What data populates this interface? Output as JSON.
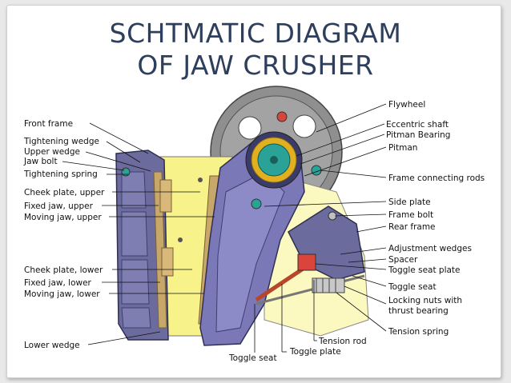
{
  "title": {
    "line1": "SCHTMATIC DIAGRAM",
    "line2": "OF JAW CRUSHER"
  },
  "labels": {
    "left": [
      "Front frame",
      "Tightening wedge",
      "Upper wedge",
      "Jaw bolt",
      "Tightening spring",
      "Cheek plate, upper",
      "Fixed jaw, upper",
      "Moving jaw, upper",
      "Cheek plate, lower",
      "Fixed jaw, lower",
      "Moving jaw, lower",
      "Lower wedge"
    ],
    "right": [
      "Flywheel",
      "Eccentric shaft",
      "Pitman Bearing",
      "Pitman",
      "Frame connecting rods",
      "Side plate",
      "Frame bolt",
      "Rear frame",
      "Adjustment wedges",
      "Spacer",
      "Toggle seat plate",
      "Toggle seat",
      "Locking nuts with",
      "thrust bearing",
      "Tension spring"
    ],
    "bottom": [
      "Tension rod",
      "Toggle plate",
      "Toggle seat"
    ]
  },
  "colors": {
    "frame": "#6b6b9e",
    "frame_dark": "#3f3f6e",
    "side_plate": "#f7f28a",
    "rear_panel": "#fbf8c0",
    "flywheel": "#8f8f8f",
    "pitman": "#7b78b8",
    "bearing_gold": "#e0b020",
    "shaft_teal": "#2aa298",
    "jaw_tan": "#c8a86a",
    "rod_red": "#b8462a",
    "title": "#2d3f5c"
  }
}
